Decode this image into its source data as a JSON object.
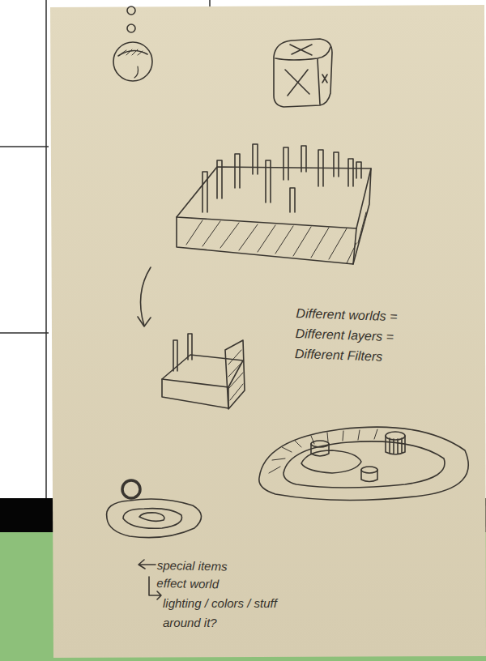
{
  "diagram": {
    "labels": [
      "Different worlds = Different layers = Different Filters",
      "special items effect world",
      "lighting / colors / stuff around it?"
    ]
  }
}
